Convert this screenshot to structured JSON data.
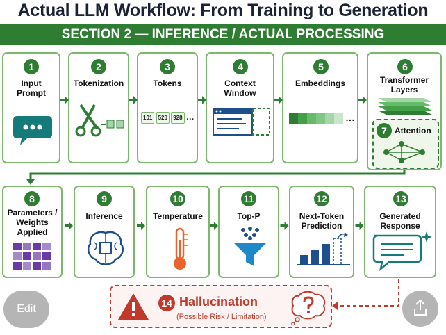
{
  "title": "Actual LLM Workflow: From Training to Generation",
  "section": "SECTION 2 — INFERENCE / ACTUAL PROCESSING",
  "row1": [
    {
      "n": "1",
      "label": "Input\nPrompt",
      "icon": "chat-bubble-icon"
    },
    {
      "n": "2",
      "label": "Tokenization",
      "icon": "scissors-icon"
    },
    {
      "n": "3",
      "label": "Tokens",
      "icon": "token-chips-icon"
    },
    {
      "n": "4",
      "label": "Context\nWindow",
      "icon": "window-icon"
    },
    {
      "n": "5",
      "label": "Embeddings",
      "icon": "embedding-bar-icon"
    },
    {
      "n": "6",
      "label": "Transformer\nLayers",
      "icon": "layers-icon"
    }
  ],
  "tokens": [
    "101",
    "520",
    "928",
    "…"
  ],
  "embeddings_ellipsis": "…",
  "attention": {
    "n": "7",
    "label": "Attention",
    "icon": "attention-graph-icon"
  },
  "row2": [
    {
      "n": "8",
      "label": "Parameters /\nWeights\nApplied",
      "icon": "weights-grid-icon"
    },
    {
      "n": "9",
      "label": "Inference",
      "icon": "brain-chip-icon"
    },
    {
      "n": "10",
      "label": "Temperature",
      "icon": "thermometer-icon"
    },
    {
      "n": "11",
      "label": "Top-P",
      "icon": "funnel-icon"
    },
    {
      "n": "12",
      "label": "Next-Token\nPrediction",
      "icon": "bar-chart-icon"
    },
    {
      "n": "13",
      "label": "Generated\nResponse",
      "icon": "response-bubble-icon"
    }
  ],
  "hallucination": {
    "n": "14",
    "label": "Hallucination",
    "sub": "(Possible Risk / Limitation)",
    "icon_left": "warning-icon",
    "icon_right": "question-thought-icon"
  },
  "ui": {
    "edit": "Edit",
    "share_icon": "share-icon"
  },
  "colors": {
    "green": "#2e7d32",
    "border": "#7cb86b",
    "red": "#c0392b",
    "blue": "#1f4e8c",
    "purple": "#6a3aa8",
    "orange": "#e8632b"
  }
}
